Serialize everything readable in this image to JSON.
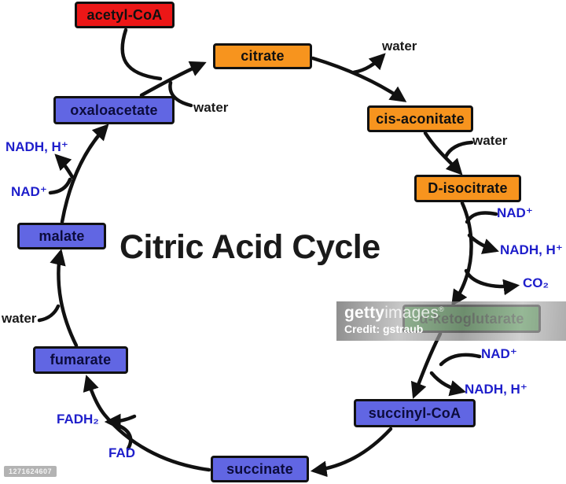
{
  "title": "Citric Acid Cycle",
  "nodes": {
    "acetyl_coa": {
      "label": "acetyl-CoA",
      "color": "#ec1717"
    },
    "citrate": {
      "label": "citrate",
      "color": "#f7941e"
    },
    "cis_aconitate": {
      "label": "cis-aconitate",
      "color": "#f7941e"
    },
    "d_isocitrate": {
      "label": "D-isocitrate",
      "color": "#f7941e"
    },
    "alpha_ketoglutarate": {
      "label": "α-ketoglutarate",
      "color": "#3cae3c"
    },
    "succinyl_coa": {
      "label": "succinyl-CoA",
      "color": "#6166e3"
    },
    "succinate": {
      "label": "succinate",
      "color": "#6166e3"
    },
    "fumarate": {
      "label": "fumarate",
      "color": "#6166e3"
    },
    "malate": {
      "label": "malate",
      "color": "#6166e3"
    },
    "oxaloacetate": {
      "label": "oxaloacetate",
      "color": "#6166e3"
    }
  },
  "cofactors": {
    "water_citrate_out": "water",
    "water_oxaloacetate_in": "water",
    "water_aconitate_in": "water",
    "water_fumarate_in": "water",
    "nadh_malate": "NADH, H⁺",
    "nad_malate": "NAD⁺",
    "nad_isocitrate": "NAD⁺",
    "nadh_isocitrate": "NADH, H⁺",
    "co2_out": "CO₂",
    "nad_ketoglutarate": "NAD⁺",
    "nadh_ketoglutarate": "NADH, H⁺",
    "fadh2_out": "FADH₂",
    "fad_in": "FAD"
  },
  "watermark": {
    "brand_bold": "getty",
    "brand_light": "images",
    "brand_mark": "®",
    "credit": "Credit: gstraub",
    "image_id": "1271624607"
  },
  "colors": {
    "label_blue": "#1e1ecb",
    "label_black": "#1a1a1a",
    "arrow": "#111111"
  }
}
